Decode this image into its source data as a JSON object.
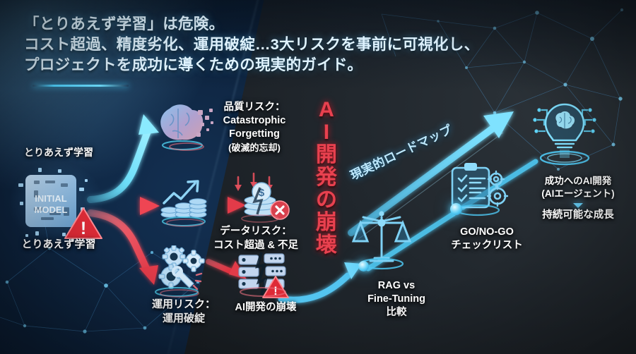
{
  "header": {
    "line1": "「とりあえず学習」は危険。",
    "line2": "コスト超過、精度劣化、運用破綻…3大リスクを事前に可視化し、",
    "line3": "プロジェクトを成功に導くための現実的ガイド。"
  },
  "left_panel": {
    "top_label": "とりあえず学習",
    "bottom_label": "とりあえず学習",
    "chip_line1": "INITIAL",
    "chip_line2": "MODEL",
    "warning_glyph": "!",
    "risks": [
      {
        "icon": "fragmenting-brain-icon",
        "title": "品質リスク：",
        "name_en_1": "Catastrophic",
        "name_en_2": "Forgetting",
        "name_ja": "(破滅的忘却)"
      },
      {
        "icon": "coin-stack-growth-icon",
        "title": "データリスク：",
        "subtitle": "コスト超過 & 不足",
        "outcome_icon": "coins-blocked-icon"
      },
      {
        "icon": "gear-wrench-icon",
        "title": "運用リスク：",
        "subtitle": "運用破綻",
        "outcome_icon": "broken-server-icon",
        "outcome_label": "AI開発の崩壊"
      }
    ]
  },
  "center_banner": {
    "vertical_text": [
      "A",
      "I",
      "開",
      "発",
      "の",
      "崩",
      "壊"
    ]
  },
  "right_panel": {
    "roadmap_label": "現実的ロードマップ",
    "steps": [
      {
        "icon": "balance-scale-icon",
        "label_1": "RAG vs",
        "label_2": "Fine-Tuning",
        "label_3": "比較"
      },
      {
        "icon": "clipboard-checklist-gears-icon",
        "label_1": "GO/NO-GO",
        "label_2": "チェックリスト"
      },
      {
        "icon": "lightbulb-brain-icon",
        "label_1": "成功へのAI開発",
        "label_2": "(AIエージェント)",
        "label_3": "持続可能な成長"
      }
    ]
  },
  "colors": {
    "accent_cyan": "#4fd2ff",
    "danger_red": "#e8414f",
    "bg_left": "#0c2039",
    "bg_right": "#20262c",
    "text_white": "#ffffff"
  }
}
